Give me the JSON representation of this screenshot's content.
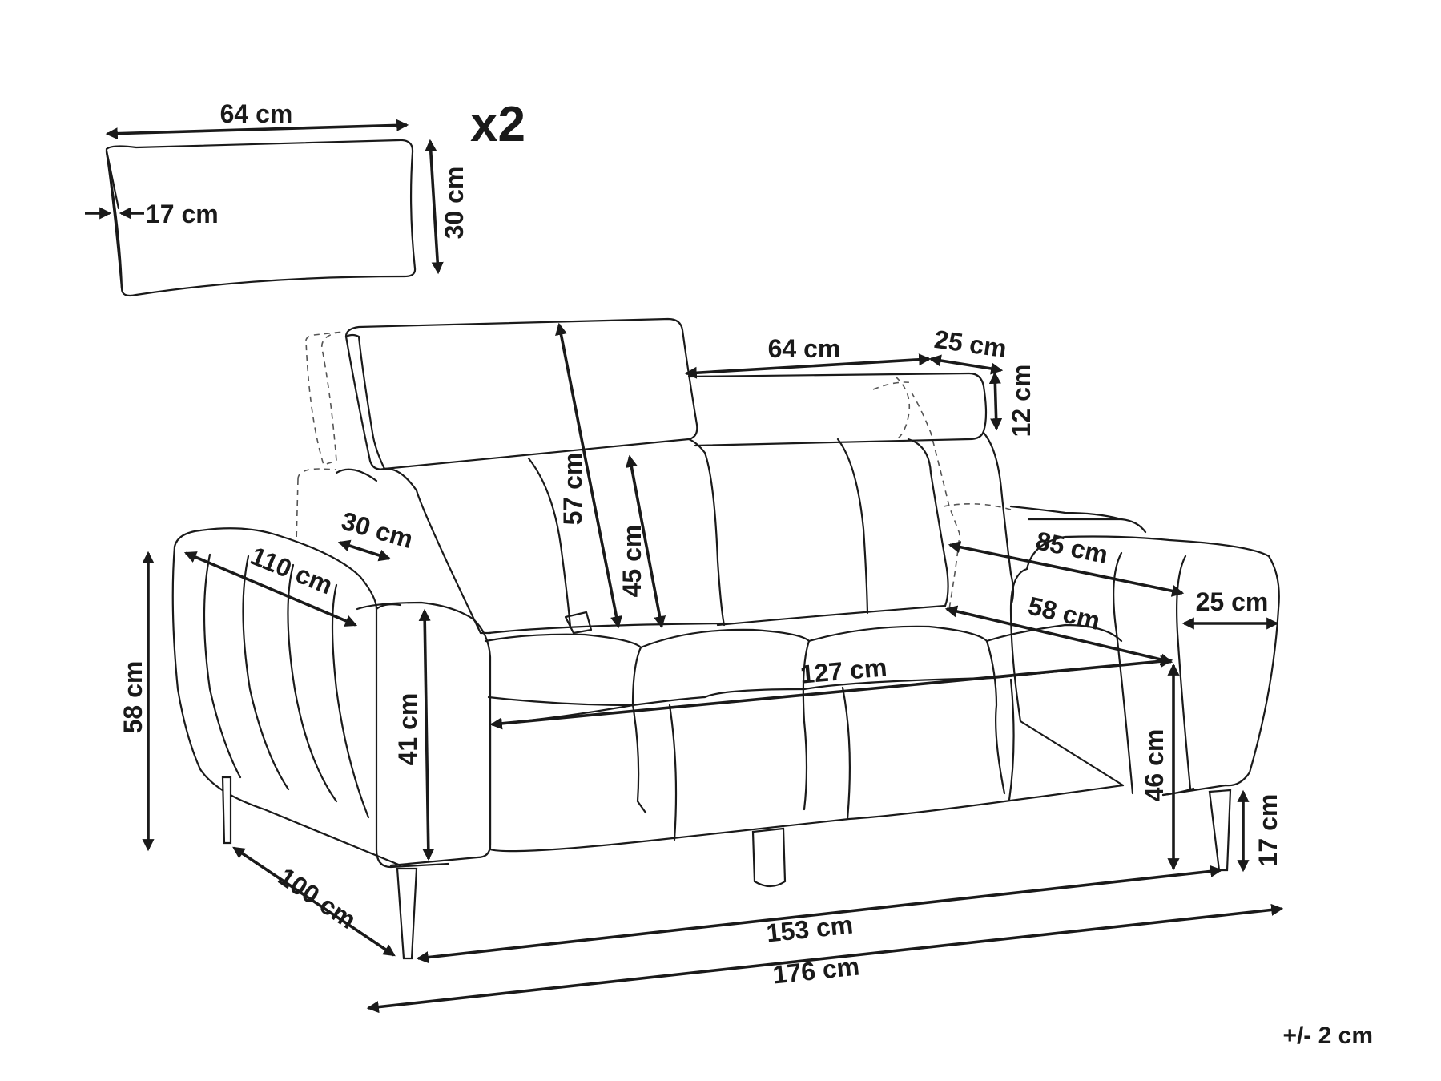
{
  "cushion": {
    "quantity": "x2",
    "width": "64 cm",
    "height": "30 cm",
    "depth": "17 cm"
  },
  "headrest": {
    "width": "64 cm",
    "extension": "25 cm",
    "thickness": "12 cm"
  },
  "sofa": {
    "backrest_height": "57 cm",
    "back_height_from_seat": "45 cm",
    "armrest_width": "30 cm",
    "armrest_depth": "110 cm",
    "total_height": "58 cm",
    "armrest_height": "41 cm",
    "total_depth": "100 cm",
    "seat_depth": "85 cm",
    "seat_inner_depth": "58 cm",
    "arm_width_right": "25 cm",
    "seat_width": "127 cm",
    "seat_height": "46 cm",
    "leg_height": "17 cm",
    "width_between_legs": "153 cm",
    "total_width": "176 cm"
  },
  "tolerance": "+/- 2 cm"
}
